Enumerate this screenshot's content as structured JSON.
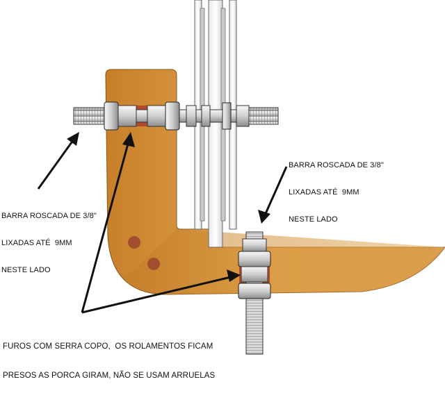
{
  "annotations": {
    "rod_right": {
      "lines": [
        "BARRA ROSCADA DE 3/8\"",
        "LIXADAS ATÉ  9MM",
        "NESTE LADO"
      ]
    },
    "rod_left": {
      "lines": [
        "BARRA ROSCADA DE 3/8\"",
        "LIXADAS ATÉ  9MM",
        "NESTE LADO"
      ]
    },
    "holes_note": {
      "lines": [
        "FUROS COM SERRA COPO,  OS ROLAMENTOS FICAM",
        "PRESOS AS PORCA GIRAM, NÃO SE USAM ARRUELAS"
      ]
    }
  },
  "colors": {
    "wood_light": "#dfa24a",
    "wood_dark": "#b8701f",
    "bearing_red": "#b04a2a",
    "steel_light": "#f2f2f2",
    "steel_dark": "#9a9a9a",
    "outline": "#222222"
  }
}
